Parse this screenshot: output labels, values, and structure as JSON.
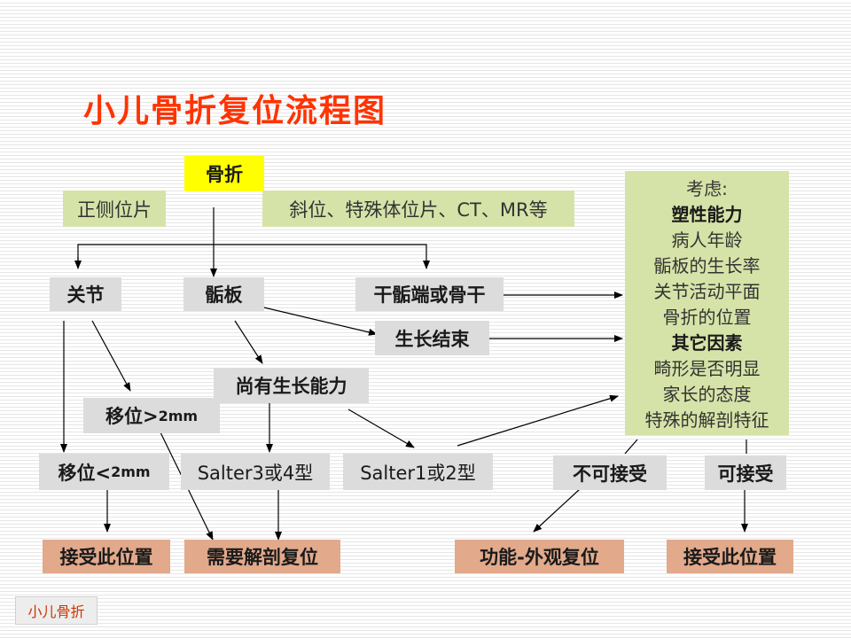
{
  "title": "小儿骨折复位流程图",
  "nodes": {
    "fracture": "骨折",
    "ap_lateral": "正侧位片",
    "oblique_special": "斜位、特殊体位片、CT、MR等",
    "joint": "关节",
    "epiphysis": "骺板",
    "metaphysis_shaft": "干骺端或骨干",
    "growth_ended": "生长结束",
    "growth_remaining": "尚有生长能力",
    "displacement_gt_prefix": "移位>",
    "displacement_gt_value": "2mm",
    "displacement_lt_prefix": "移位<",
    "displacement_lt_value": "2mm",
    "salter_3_4": "Salter3或4型",
    "salter_1_2": "Salter1或2型",
    "unacceptable": "不可接受",
    "acceptable": "可接受",
    "accept_position_left": "接受此位置",
    "anatomic_reduction": "需要解剖复位",
    "functional_reduction": "功能-外观复位",
    "accept_position_right": "接受此位置"
  },
  "considerations": {
    "heading": "考虑:",
    "items": [
      "塑性能力",
      "病人年龄",
      "骺板的生长率",
      "关节活动平面",
      "骨折的位置",
      "其它因素",
      "畸形是否明显",
      "家长的态度",
      "特殊的解剖特征"
    ]
  },
  "footer": "小儿骨折",
  "colors": {
    "title": "#ff3300",
    "gray_box": "#dcdcdc",
    "green_box": "#d6e3a8",
    "yellow_box": "#ffff00",
    "salmon_box": "#e2a98b"
  }
}
